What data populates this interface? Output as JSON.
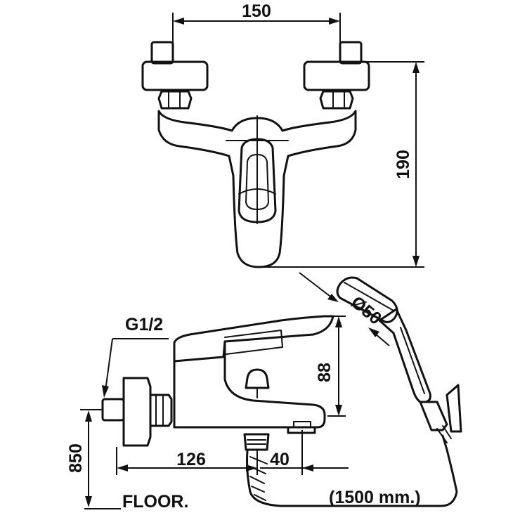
{
  "dimensions": {
    "width_between_inlets": "150",
    "height_total": "190",
    "handshower_diameter": "Ø50",
    "body_height": "88",
    "inlet_thread": "G1/2",
    "install_height": "850",
    "wall_to_outlet": "126",
    "outlet_offset": "40"
  },
  "labels": {
    "floor": "FLOOR.",
    "hose_length": "(1500 mm.)"
  },
  "colors": {
    "line": "#111111",
    "background": "#ffffff"
  }
}
